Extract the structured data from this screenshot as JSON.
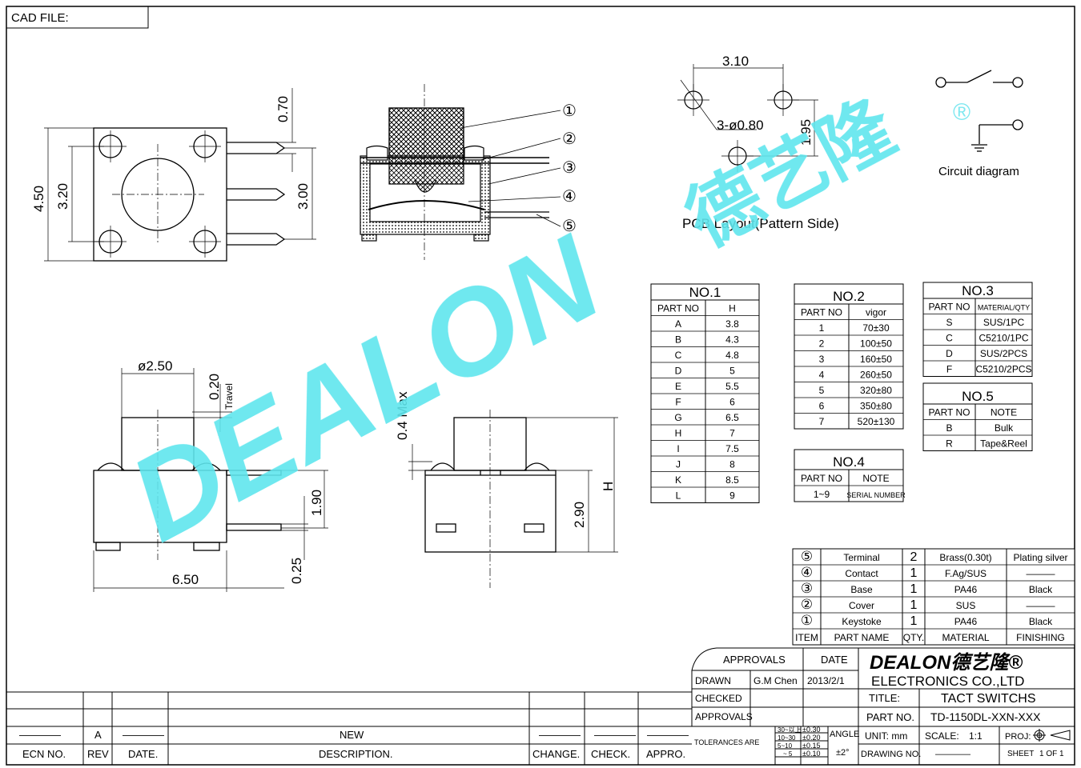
{
  "cad_file_label": "CAD FILE:",
  "dims_top": {
    "d070": "0.70",
    "d450": "4.50",
    "d320": "3.20",
    "d300": "3.00"
  },
  "callouts": [
    "①",
    "②",
    "③",
    "④",
    "⑤"
  ],
  "pcb": {
    "d310": "3.10",
    "hole": "3-ø0.80",
    "d195": "1.95",
    "label": "PCB Layout(Pattern Side)"
  },
  "circuit": {
    "reg": "®",
    "label": "Circuit diagram"
  },
  "watermark": {
    "brand": "DEALON",
    "chinese": "德艺隆"
  },
  "dims_bottom": {
    "d250": "ø2.50",
    "d020": "0.20",
    "travel": "Travel",
    "d190": "1.90",
    "d025": "0.25",
    "d650": "6.50",
    "d04": "0.4 Max",
    "d290": "2.90",
    "h": "H"
  },
  "no1": {
    "title": "NO.1",
    "headers": [
      "PART NO",
      "H"
    ],
    "rows": [
      [
        "A",
        "3.8"
      ],
      [
        "B",
        "4.3"
      ],
      [
        "C",
        "4.8"
      ],
      [
        "D",
        "5"
      ],
      [
        "E",
        "5.5"
      ],
      [
        "F",
        "6"
      ],
      [
        "G",
        "6.5"
      ],
      [
        "H",
        "7"
      ],
      [
        "I",
        "7.5"
      ],
      [
        "J",
        "8"
      ],
      [
        "K",
        "8.5"
      ],
      [
        "L",
        "9"
      ]
    ]
  },
  "no2": {
    "title": "NO.2",
    "headers": [
      "PART NO",
      "vigor"
    ],
    "rows": [
      [
        "1",
        "70±30"
      ],
      [
        "2",
        "100±50"
      ],
      [
        "3",
        "160±50"
      ],
      [
        "4",
        "260±50"
      ],
      [
        "5",
        "320±80"
      ],
      [
        "6",
        "350±80"
      ],
      [
        "7",
        "520±130"
      ]
    ]
  },
  "no3": {
    "title": "NO.3",
    "headers": [
      "PART NO",
      "MATERIAL/QTY"
    ],
    "rows": [
      [
        "S",
        "SUS/1PC"
      ],
      [
        "C",
        "C5210/1PC"
      ],
      [
        "D",
        "SUS/2PCS"
      ],
      [
        "F",
        "C5210/2PCS"
      ]
    ]
  },
  "no4": {
    "title": "NO.4",
    "headers": [
      "PART NO",
      "NOTE"
    ],
    "rows": [
      [
        "1~9",
        "SERIAL NUMBER"
      ]
    ]
  },
  "no5": {
    "title": "NO.5",
    "headers": [
      "PART NO",
      "NOTE"
    ],
    "rows": [
      [
        "B",
        "Bulk"
      ],
      [
        "R",
        "Tape&Reel"
      ]
    ]
  },
  "bom": {
    "rows": [
      [
        "⑤",
        "Terminal",
        "2",
        "Brass(0.30t)",
        "Plating silver"
      ],
      [
        "④",
        "Contact",
        "1",
        "F.Ag/SUS",
        "———"
      ],
      [
        "③",
        "Base",
        "1",
        "PA46",
        "Black"
      ],
      [
        "②",
        "Cover",
        "1",
        "SUS",
        "———"
      ],
      [
        "①",
        "Keystoke",
        "1",
        "PA46",
        "Black"
      ]
    ],
    "headers": [
      "ITEM",
      "PART NAME",
      "QTY.",
      "MATERIAL",
      "FINISHING"
    ]
  },
  "title_block": {
    "approvals": "APPROVALS",
    "date": "DATE",
    "drawn": "DRAWN",
    "drawn_by": "G.M Chen",
    "drawn_date": "2013/2/1",
    "checked": "CHECKED",
    "approvals2": "APPROVALS",
    "company_logo": "DEALON德艺隆®",
    "company": "ELECTRONICS CO.,LTD",
    "title_label": "TITLE:",
    "title": "TACT SWITCHS",
    "part_label": "PART NO.",
    "part_no": "TD-1150DL-XXN-XXX",
    "tol_label": "TOLERANCES ARE",
    "tol": [
      [
        "30~以上",
        "±0.30"
      ],
      [
        "10~30",
        "±0.20"
      ],
      [
        "5~10",
        "±0.15"
      ],
      [
        "~ 5",
        "±0.10"
      ]
    ],
    "angle": "ANGLE",
    "angle_val": "±2°",
    "unit": "UNIT: mm",
    "scale": "SCALE:",
    "scale_val": "1:1",
    "proj": "PROJ:",
    "drawing_no": "DRAWING NO.",
    "drawing_no_val": "————",
    "sheet": "SHEET",
    "sheet_val": "1 OF 1"
  },
  "revision": {
    "row": [
      "————",
      "A",
      "————",
      "NEW",
      "————",
      "————",
      "————"
    ],
    "headers": [
      "ECN NO.",
      "REV",
      "DATE.",
      "DESCRIPTION.",
      "CHANGE.",
      "CHECK.",
      "APPRO."
    ]
  }
}
